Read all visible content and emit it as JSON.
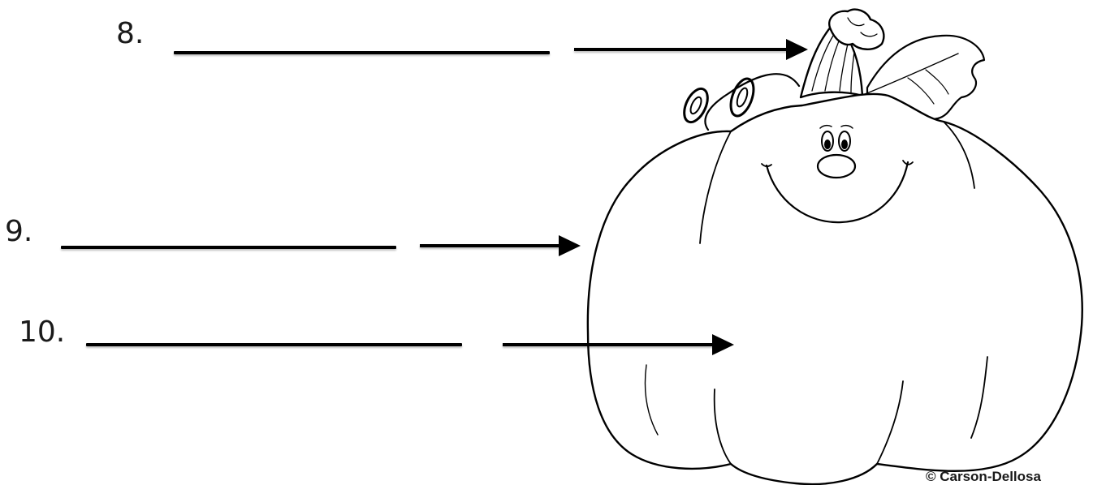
{
  "worksheet": {
    "items": [
      {
        "number": "8."
      },
      {
        "number": "9."
      },
      {
        "number": "10."
      }
    ],
    "credit": "© Carson-Dellosa"
  }
}
